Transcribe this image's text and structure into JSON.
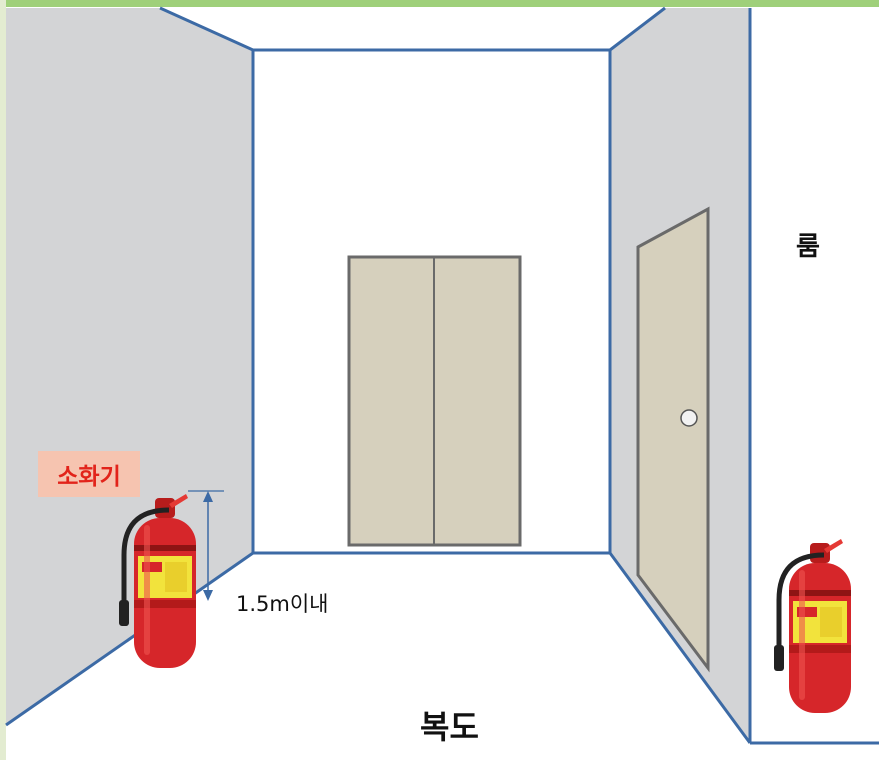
{
  "labels": {
    "extinguisher_tag": "소화기",
    "height_note": "1.5m이내",
    "room": "룸",
    "corridor": "복도"
  },
  "colors": {
    "wall": "#d3d4d6",
    "wall_edge": "#3c6aa5",
    "door": "#d6d0bd",
    "door_edge": "#6a6a6a",
    "top_border": "#9fd07a",
    "left_border": "#e3ecd1",
    "tag_bg": "#f6c4b0",
    "tag_text": "#e2231a",
    "extinguisher": "#d6262a"
  },
  "icons": [
    "fire-extinguisher-icon",
    "door-knob-icon",
    "dimension-arrow-icon"
  ]
}
